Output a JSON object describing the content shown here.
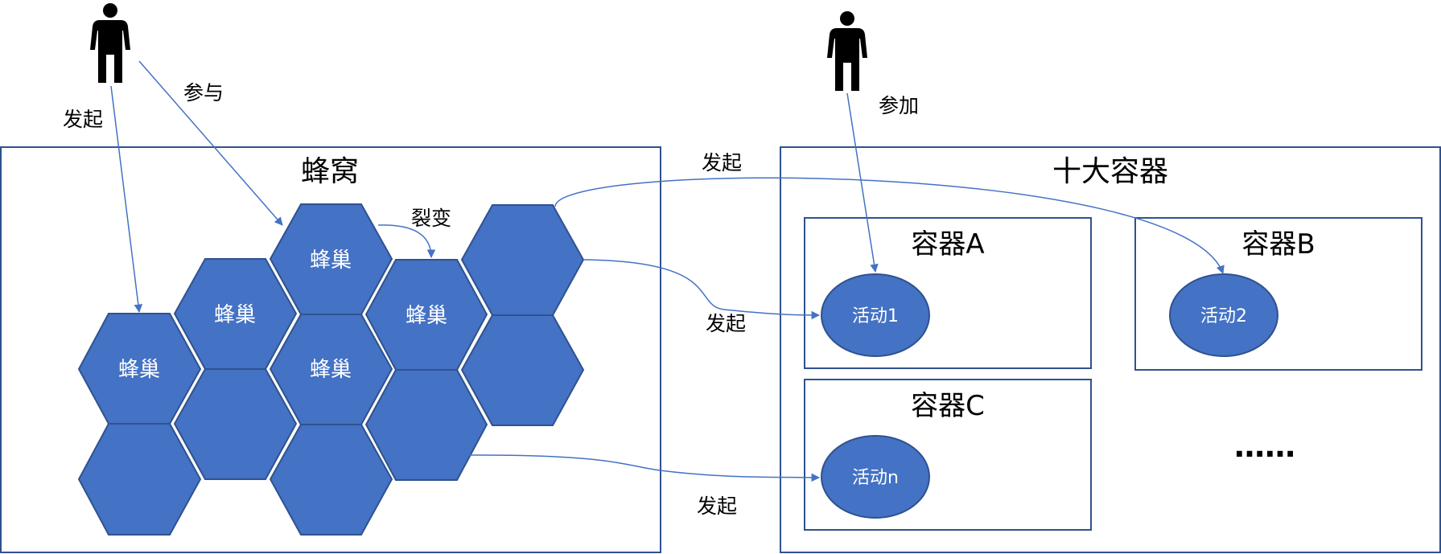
{
  "colors": {
    "hex_fill": "#4472c4",
    "hex_stroke": "#2f528f",
    "box_stroke": "#2f528f",
    "arrow": "#4472c4",
    "text": "#000000",
    "hex_text": "#ffffff"
  },
  "icons": [
    "person-icon",
    "person-icon"
  ],
  "hive": {
    "title": "蜂窝",
    "cell_label": "蜂巢"
  },
  "container_group": {
    "title": "十大容器",
    "containers": [
      {
        "title": "容器A",
        "activity": "活动1"
      },
      {
        "title": "容器B",
        "activity": "活动2"
      },
      {
        "title": "容器C",
        "activity": "活动n"
      }
    ],
    "ellipsis": "……"
  },
  "edges": {
    "initiate_left": "发起",
    "participate": "参与",
    "split": "裂变",
    "initiate_top": "发起",
    "initiate_middle": "发起",
    "initiate_bottom": "发起",
    "join": "参加"
  }
}
